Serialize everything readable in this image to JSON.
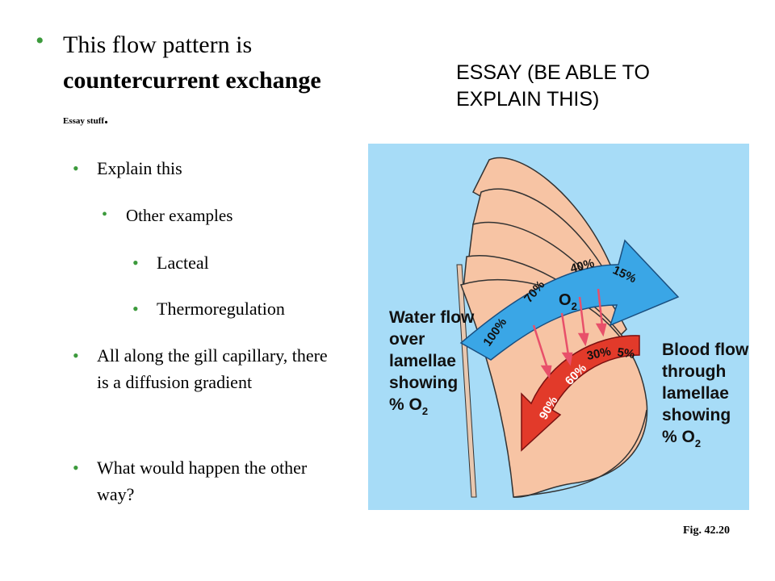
{
  "main_bullet": {
    "line1": "This flow pattern is",
    "bold": "countercurrent exchange",
    "note": "Essay stuff",
    "note_dot": "."
  },
  "essay_heading": "ESSAY (BE ABLE TO EXPLAIN THIS)",
  "bullets": [
    {
      "text": "Explain this"
    },
    {
      "text": "Other examples"
    },
    {
      "text": "Lacteal"
    },
    {
      "text": "Thermoregulation"
    },
    {
      "text": "All along the gill capillary, there is a diffusion gradient"
    },
    {
      "text": "What would happen the other way?"
    }
  ],
  "figure": {
    "water_label": [
      "Water flow",
      "over",
      "lamellae",
      "showing",
      "% O"
    ],
    "water_sub": "2",
    "blood_label": [
      "Blood flow",
      "through",
      "lamellae",
      "showing",
      "% O"
    ],
    "blood_sub": "2",
    "o2": "O",
    "o2_sub": "2",
    "water_percents": [
      "100%",
      "70%",
      "40%",
      "15%"
    ],
    "blood_percents": [
      "90%",
      "60%",
      "30%",
      "5%"
    ],
    "colors": {
      "water_arrow": "#3aa6e6",
      "blood_arrow": "#e23a2a",
      "lamella": "#f7c4a4",
      "background": "#a7dcf7"
    }
  },
  "caption": "Fig. 42.20"
}
